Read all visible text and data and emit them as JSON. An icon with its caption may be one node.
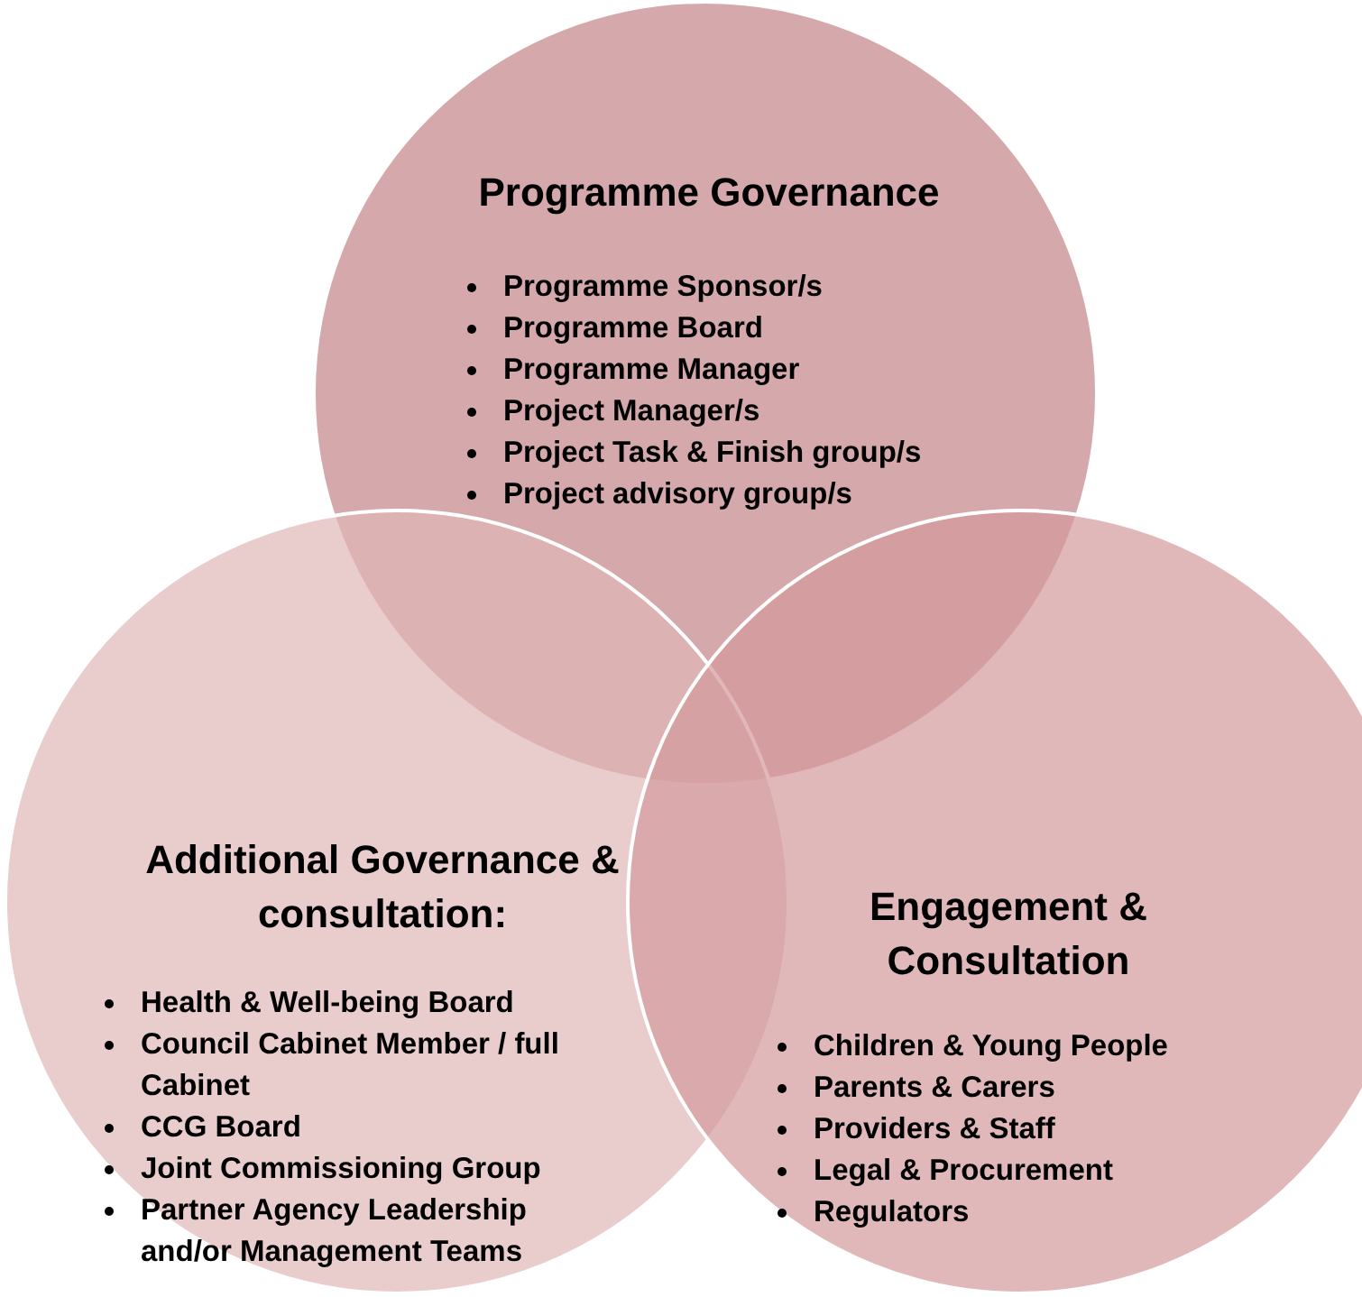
{
  "diagram": {
    "nodes": [
      {
        "text": [
          "Programme Governance",
          "Programme Sponsor/s",
          "Programme Board",
          "Programme Manager",
          "Project Manager/s",
          "Project Task & Finish group/s",
          "Project advisory group/s"
        ]
      },
      {
        "text": [
          "Additional Governance & consultation:",
          "Health & Well-being Board",
          "Council Cabinet Member / full Cabinet",
          "CCG Board",
          "Joint Commissioning Group",
          "Partner Agency Leadership and/or Management Teams"
        ]
      },
      {
        "text": [
          "Engagement & Consultation",
          "Children & Young People",
          "Parents & Carers",
          "Providers & Staff",
          "Legal & Procurement",
          "Regulators"
        ]
      }
    ]
  }
}
